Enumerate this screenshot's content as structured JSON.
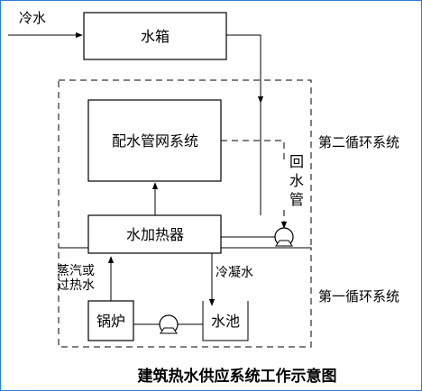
{
  "labels": {
    "cold_water": "冷水",
    "water_tank": "水箱",
    "distribution_network": "配水管网系统",
    "second_cycle": "第二循环系统",
    "return_pipe": [
      "回",
      "水",
      "管"
    ],
    "water_heater": "水加热器",
    "steam_or_superheated_water": [
      "蒸汽或",
      "过热水"
    ],
    "condensate": "冷凝水",
    "first_cycle": "第一循环系统",
    "boiler": "锅炉",
    "water_pool": "水池",
    "caption": "建筑热水供应系统工作示意图"
  },
  "colors": {
    "frame_border": "#2e7bd6",
    "ink": "#000000"
  },
  "icons": {
    "pump_symbol": "pump-icon"
  }
}
